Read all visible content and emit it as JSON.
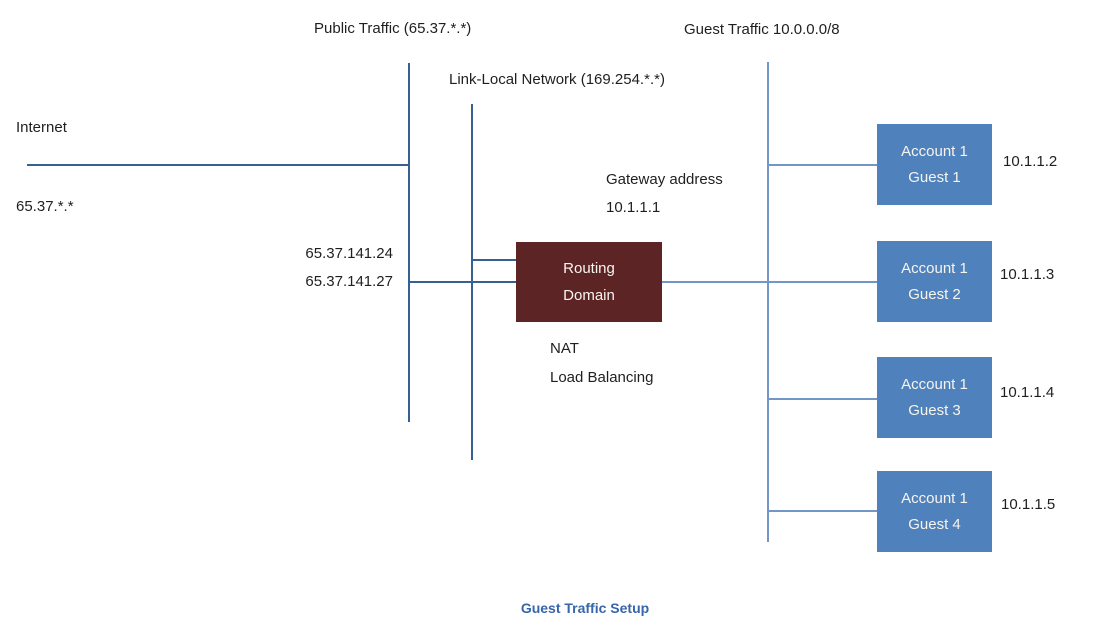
{
  "colors": {
    "dark_line": "#376092",
    "light_line": "#7296C8",
    "guest_box": "#4F81BD",
    "routing_box": "#5D2425",
    "box_text": "#F7F4EE",
    "text": "#1F1F1F",
    "caption": "#3665A9"
  },
  "labels": {
    "public_traffic": "Public Traffic (65.37.*.*)",
    "guest_traffic": "Guest Traffic 10.0.0.0/8",
    "link_local": "Link-Local Network (169.254.*.*)",
    "internet": "Internet",
    "internet_subnet": "65.37.*.*",
    "public_ip_1": "65.37.141.24",
    "public_ip_2": "65.37.141.27",
    "gateway_title": "Gateway address",
    "gateway_ip": "10.1.1.1",
    "nat": "NAT",
    "load_balancing": "Load Balancing",
    "caption": "Guest Traffic Setup"
  },
  "routing_domain": {
    "line1": "Routing",
    "line2": "Domain"
  },
  "guests": [
    {
      "account": "Account 1",
      "guest": "Guest 1",
      "ip": "10.1.1.2"
    },
    {
      "account": "Account 1",
      "guest": "Guest 2",
      "ip": "10.1.1.3"
    },
    {
      "account": "Account 1",
      "guest": "Guest 3",
      "ip": "10.1.1.4"
    },
    {
      "account": "Account 1",
      "guest": "Guest 4",
      "ip": "10.1.1.5"
    }
  ]
}
